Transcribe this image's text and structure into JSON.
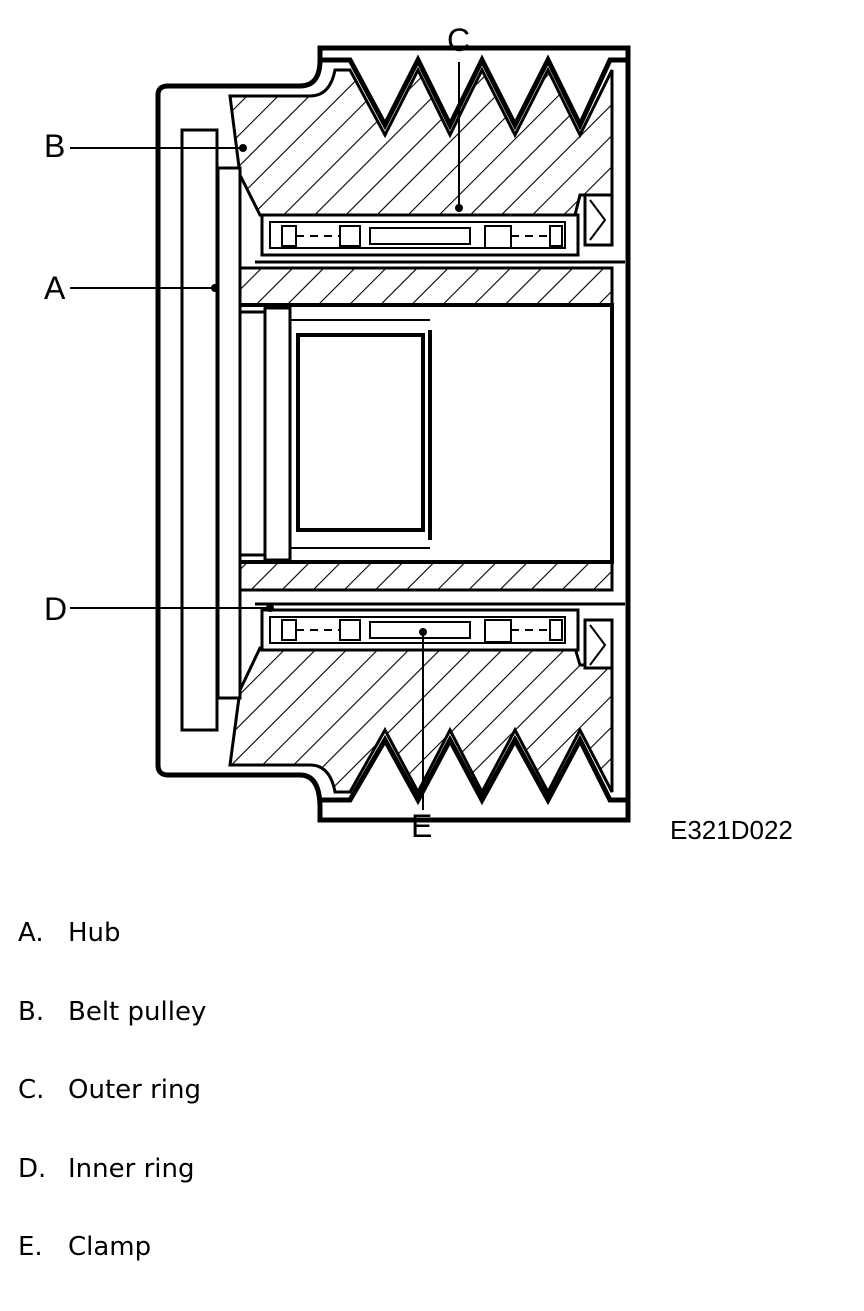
{
  "figure": {
    "id": "E321D022",
    "callouts": [
      {
        "letter": "A"
      },
      {
        "letter": "B"
      },
      {
        "letter": "C"
      },
      {
        "letter": "D"
      },
      {
        "letter": "E"
      }
    ]
  },
  "legend": [
    {
      "key": "A.",
      "text": "Hub"
    },
    {
      "key": "B.",
      "text": "Belt pulley"
    },
    {
      "key": "C.",
      "text": "Outer ring"
    },
    {
      "key": "D.",
      "text": "Inner ring"
    },
    {
      "key": "E.",
      "text": "Clamp"
    }
  ]
}
